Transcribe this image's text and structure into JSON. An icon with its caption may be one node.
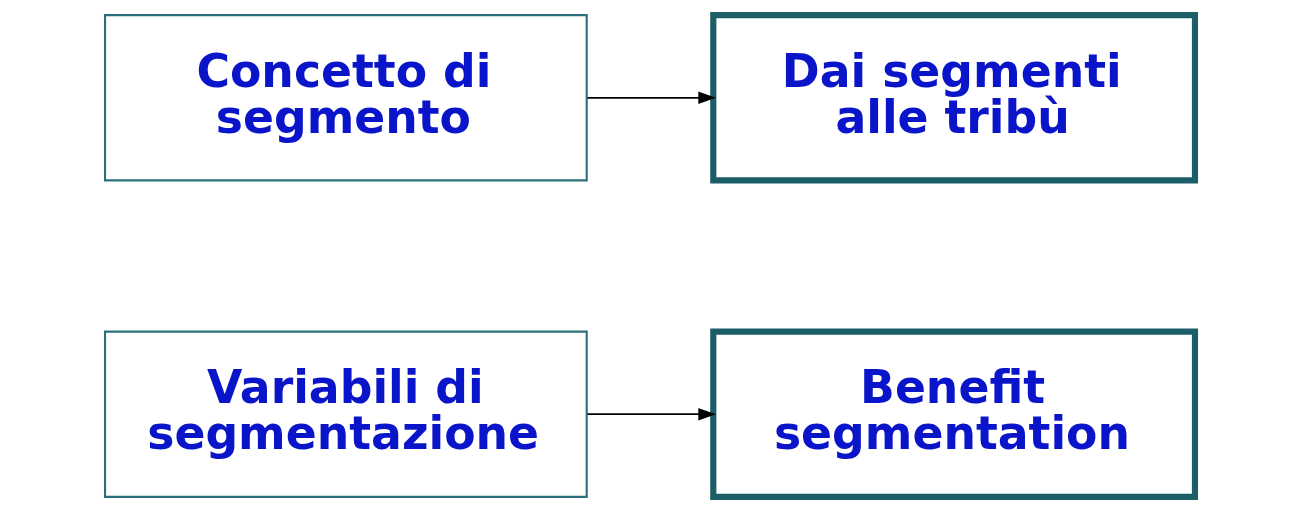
{
  "diagram": {
    "nodes": [
      {
        "text": [
          "Variabili di segmentazione"
        ]
      },
      {
        "text": [
          "Benefit segmentation"
        ]
      },
      {
        "text": [
          "Concetto di segmento"
        ]
      },
      {
        "text": [
          "Dai segmenti alle tribù"
        ]
      }
    ],
    "edges": [
      {
        "from": 0,
        "to": 1,
        "arrow": "to"
      },
      {
        "from": 2,
        "to": 3,
        "arrow": "to"
      }
    ]
  }
}
